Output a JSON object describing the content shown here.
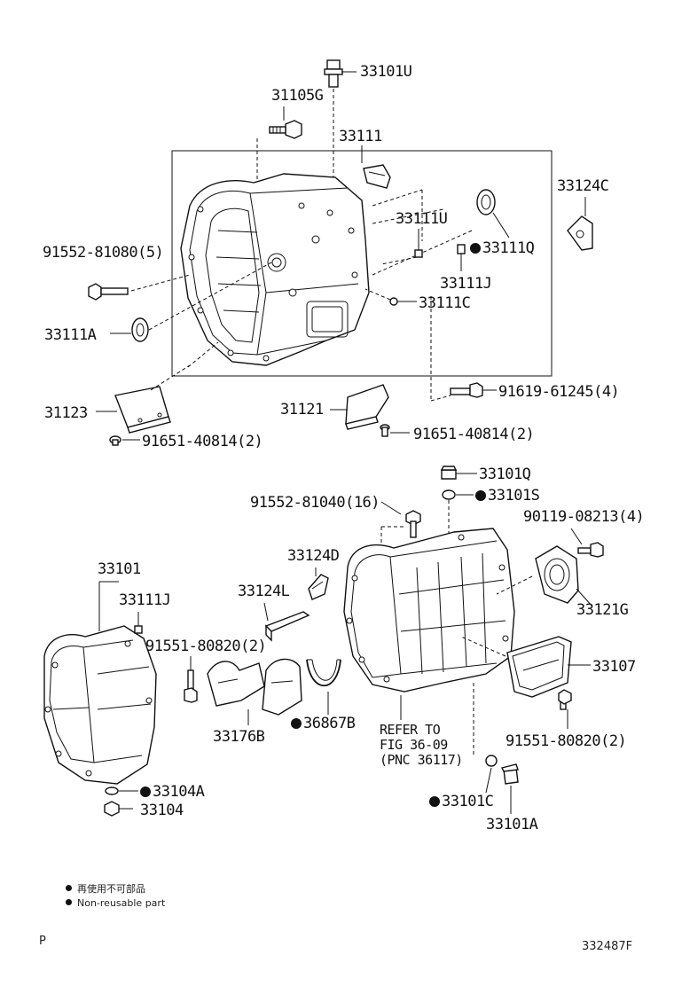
{
  "labels": {
    "p33101u": "33101U",
    "p31105g": "31105G",
    "p33111": "33111",
    "p33124c": "33124C",
    "p33111u": "33111U",
    "p33111q": "33111Q",
    "p91552_81080": "91552-81080(5)",
    "p33111j_top": "33111J",
    "p33111c": "33111C",
    "p33111a": "33111A",
    "p91619": "91619-61245(4)",
    "p31123": "31123",
    "p31121": "31121",
    "p91651_left": "91651-40814(2)",
    "p91651_right": "91651-40814(2)",
    "p33101q": "33101Q",
    "p33101s": "33101S",
    "p91552_81040": "91552-81040(16)",
    "p90119": "90119-08213(4)",
    "p33124d": "33124D",
    "p33101": "33101",
    "p33111j_bottom": "33111J",
    "p33124l": "33124L",
    "p33121g": "33121G",
    "p91551_left": "91551-80820(2)",
    "p33107": "33107",
    "p36867b": "36867B",
    "p33176b": "33176B",
    "p91551_right": "91551-80820(2)",
    "refer_1": "REFER TO",
    "refer_2": "FIG 36-09",
    "refer_3": "(PNC 36117)",
    "p33104a": "33104A",
    "p33104": "33104",
    "p33101c": "33101C",
    "p33101a": "33101A"
  },
  "legend": {
    "line1": "再使用不可部品",
    "line2": "Non-reusable part"
  },
  "footer": {
    "corner_left": "P",
    "diagram_id": "332487F"
  }
}
